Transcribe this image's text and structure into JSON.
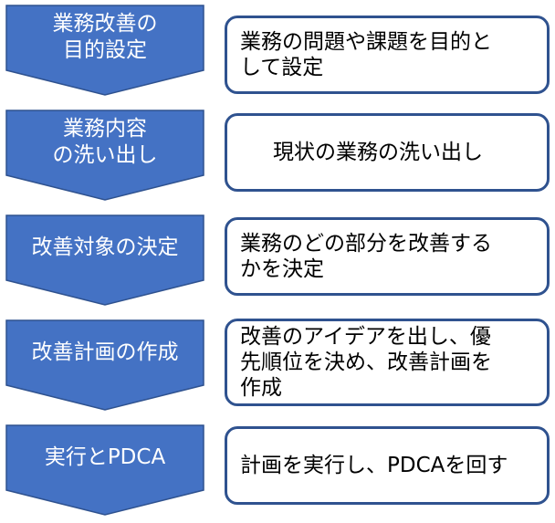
{
  "steps": [
    {
      "label": "業務改善の\n目的設定",
      "description": "業務の問題や課題を目的と\nして設定"
    },
    {
      "label": "業務内容\nの洗い出し",
      "description": "現状の業務の洗い出し"
    },
    {
      "label": "改善対象の決定",
      "description": "業務のどの部分を改善する\nかを決定"
    },
    {
      "label": "改善計画の作成",
      "description": "改善のアイデアを出し、優\n先順位を決め、改善計画を\n作成"
    },
    {
      "label": "実行とPDCA",
      "description": "計画を実行し、PDCAを回す"
    }
  ],
  "colors": {
    "chevron_fill": "#4472C4",
    "chevron_stroke": "#2F528F",
    "box_border": "#2F528F"
  }
}
